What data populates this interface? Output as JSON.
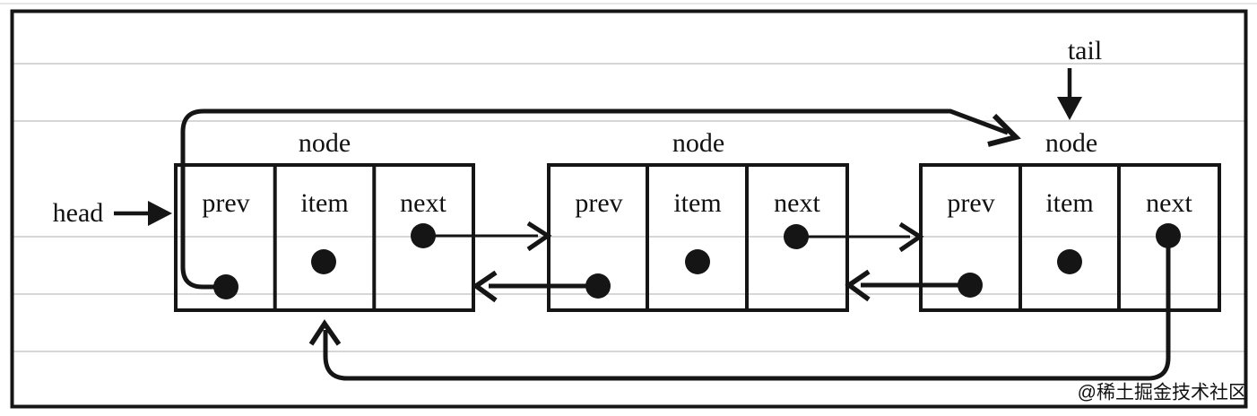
{
  "diagram": {
    "title_none": "",
    "labels": {
      "head": "head",
      "tail": "tail"
    },
    "nodes": [
      {
        "label": "node",
        "cells": [
          "prev",
          "item",
          "next"
        ]
      },
      {
        "label": "node",
        "cells": [
          "prev",
          "item",
          "next"
        ]
      },
      {
        "label": "node",
        "cells": [
          "prev",
          "item",
          "next"
        ]
      }
    ],
    "structure": "doubly-linked-list",
    "watermark": "@稀土掘金技术社区",
    "colors": {
      "line": "#151515",
      "grid_line": "#c8c8c8",
      "edge_hairline": "#dddddd",
      "watermark": "#b5b5b5",
      "background": "#ffffff"
    }
  }
}
